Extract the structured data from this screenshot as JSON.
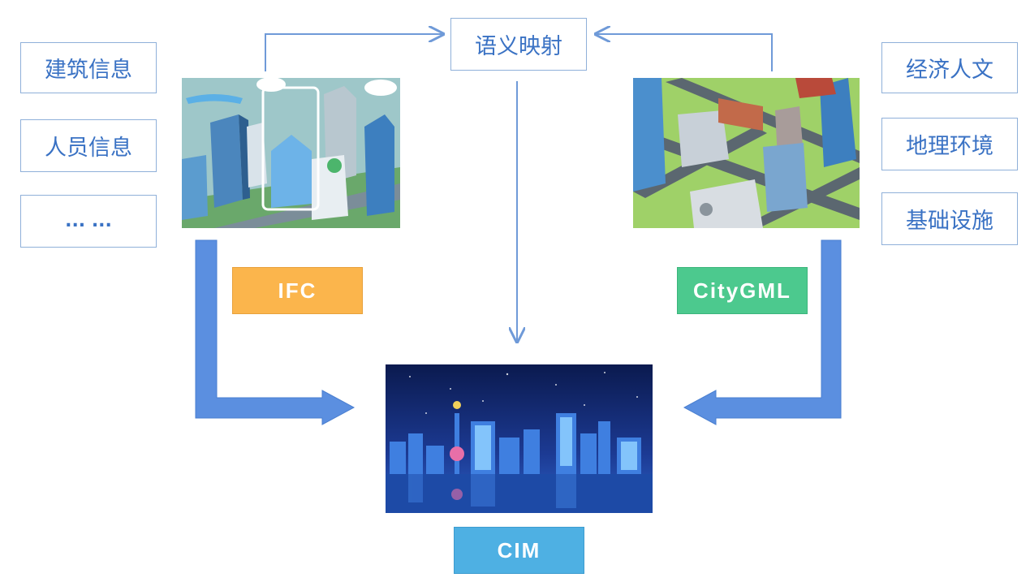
{
  "left_boxes": [
    "建筑信息",
    "人员信息",
    "... ..."
  ],
  "right_boxes": [
    "经济人文",
    "地理环境",
    "基础设施"
  ],
  "center_box": "语义映射",
  "tags": {
    "ifc": "IFC",
    "citygml": "CityGML",
    "cim": "CIM"
  },
  "colors": {
    "box_text": "#3a72c4",
    "box_border": "#8fb0d9",
    "ifc_tag": "#fbb54c",
    "citygml_tag": "#4cc98e",
    "cim_tag": "#4eb0e3",
    "big_arrow": "#5b8fe0",
    "thin_arrow": "#6f9ad8"
  }
}
